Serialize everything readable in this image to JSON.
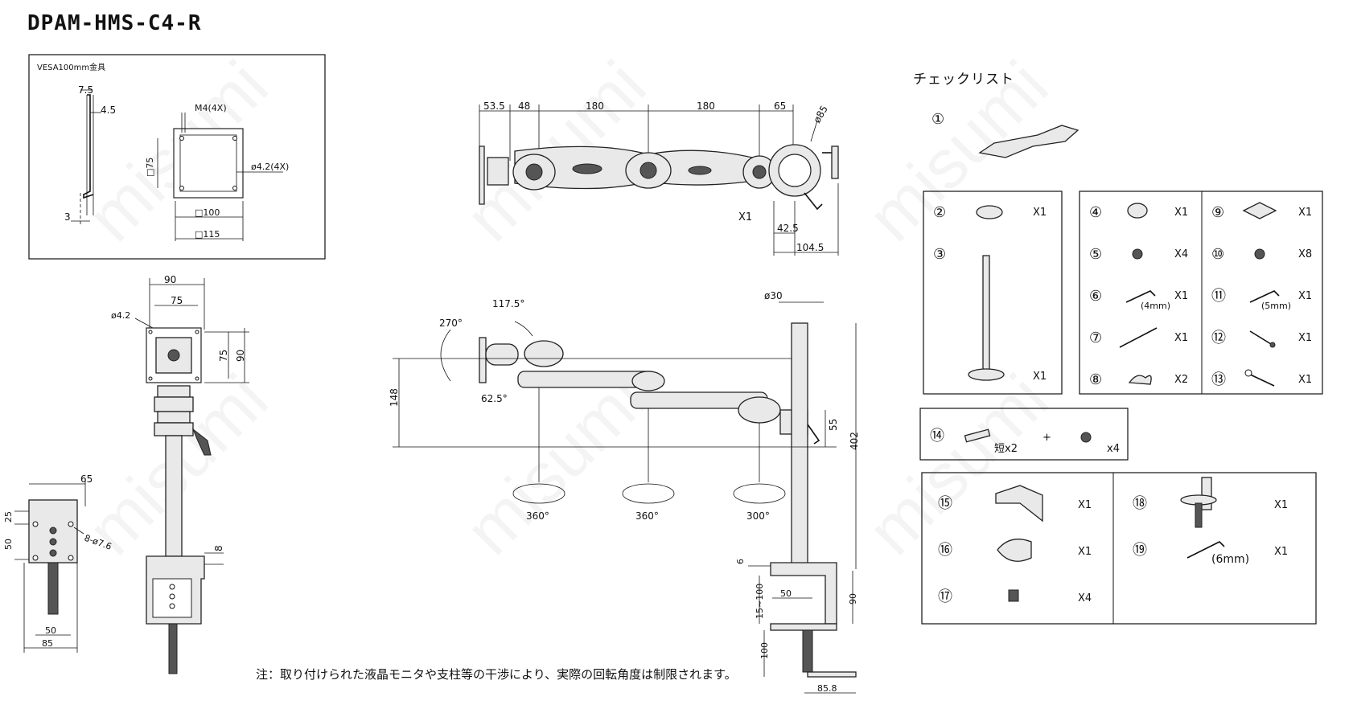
{
  "title": "DPAM-HMS-C4-R",
  "check_title": "チェックリスト",
  "note": "注：取り付けられた液晶モニタや支柱等の干渉により、実際の回転角度は制限されます。",
  "watermark": "misumi",
  "vesa": {
    "label": "VESA100mm金具",
    "d75": "7.5",
    "d45": "4.5",
    "d3": "3",
    "m4": "M4(4X)",
    "sq75": "□75",
    "hole": "ø4.2(4X)",
    "sq100": "□100",
    "sq115": "□115"
  },
  "top_view": {
    "d535": "53.5",
    "d48": "48",
    "d180a": "180",
    "d180b": "180",
    "d65": "65",
    "d85": "ø85",
    "x1": "X1",
    "d425": "42.5",
    "d1045": "104.5"
  },
  "side_view": {
    "d90": "90",
    "d75": "75",
    "d42": "ø4.2",
    "d75v": "75",
    "d90v": "90",
    "d65": "65",
    "d25": "25",
    "d50": "50",
    "d876": "8-ø7.6",
    "d8": "8",
    "d50b": "50",
    "d85": "85"
  },
  "main_view": {
    "a1175": "117.5°",
    "a270": "270°",
    "a625": "62.5°",
    "d148": "148",
    "d30": "ø30",
    "d55": "55",
    "d402": "402",
    "r1": "360°",
    "r2": "360°",
    "r3": "300°",
    "d6": "6",
    "d15100": "15~100",
    "d50": "50",
    "d90": "90",
    "d100": "100",
    "d858": "85.8"
  },
  "checklist": [
    {
      "num": "①",
      "qty": ""
    },
    {
      "num": "②",
      "qty": "X1"
    },
    {
      "num": "③",
      "qty": "X1"
    },
    {
      "num": "④",
      "qty": "X1"
    },
    {
      "num": "⑤",
      "qty": "X4"
    },
    {
      "num": "⑥",
      "qty": "X1",
      "sub": "(4mm)"
    },
    {
      "num": "⑦",
      "qty": "X1"
    },
    {
      "num": "⑧",
      "qty": "X2"
    },
    {
      "num": "⑨",
      "qty": "X1"
    },
    {
      "num": "⑩",
      "qty": "X8"
    },
    {
      "num": "⑪",
      "qty": "X1",
      "sub": "(5mm)"
    },
    {
      "num": "⑫",
      "qty": "X1"
    },
    {
      "num": "⑬",
      "qty": "X1"
    },
    {
      "num": "⑭",
      "qty": "x4",
      "short": "短x2",
      "plus": "+"
    },
    {
      "num": "⑮",
      "qty": "X1"
    },
    {
      "num": "⑯",
      "qty": "X1"
    },
    {
      "num": "⑰",
      "qty": "X4"
    },
    {
      "num": "⑱",
      "qty": "X1"
    },
    {
      "num": "⑲",
      "qty": "X1",
      "sub": "(6mm)"
    }
  ]
}
